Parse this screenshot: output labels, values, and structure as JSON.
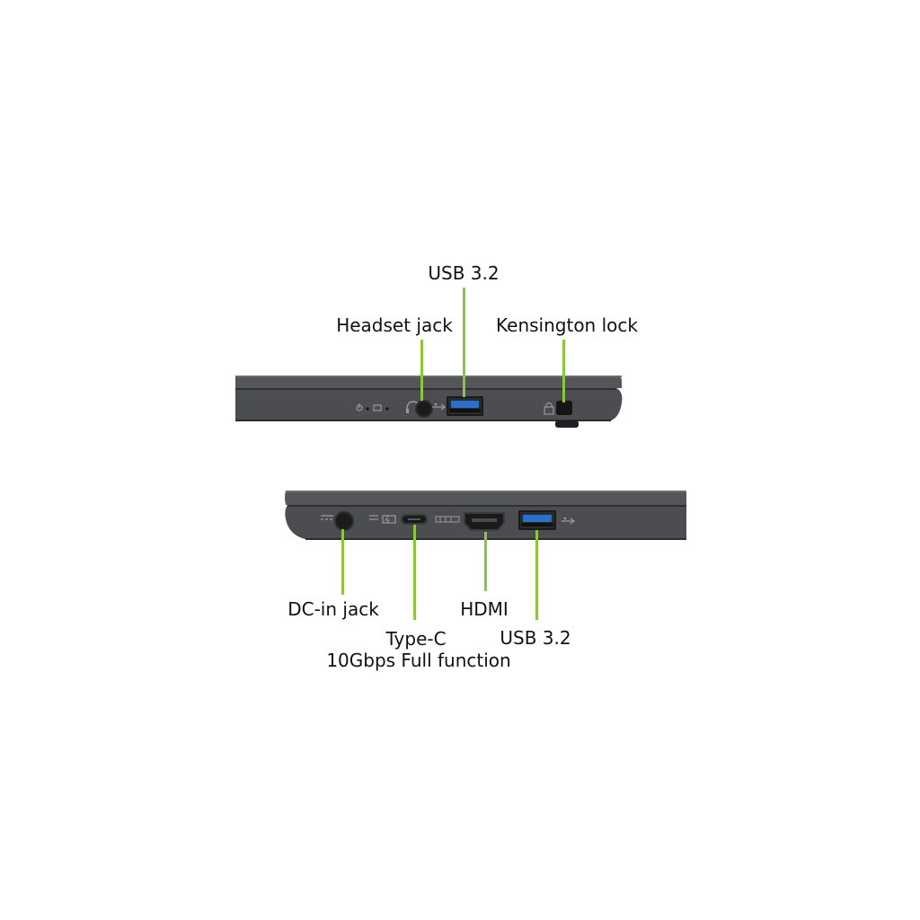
{
  "colors": {
    "leader": "#8cc63f",
    "chassis": "#4a4b4e",
    "chassis_edge": "#2f3033",
    "usb_blue": "#2a6fc9"
  },
  "right_side": {
    "labels": {
      "usb": "USB 3.2",
      "headset": "Headset jack",
      "kensington": "Kensington lock"
    },
    "icons": [
      "power-led-icon",
      "battery-led-icon",
      "headset-icon",
      "usb-symbol-icon",
      "lock-icon"
    ]
  },
  "left_side": {
    "labels": {
      "dc_in": "DC-in jack",
      "hdmi": "HDMI",
      "type_c_line1": "Type-C",
      "type_c_line2": "10Gbps Full function",
      "usb": "USB 3.2"
    },
    "icons": [
      "dc-icon",
      "thunder-icon",
      "hdmi-logo-icon",
      "usb-symbol-icon"
    ]
  }
}
